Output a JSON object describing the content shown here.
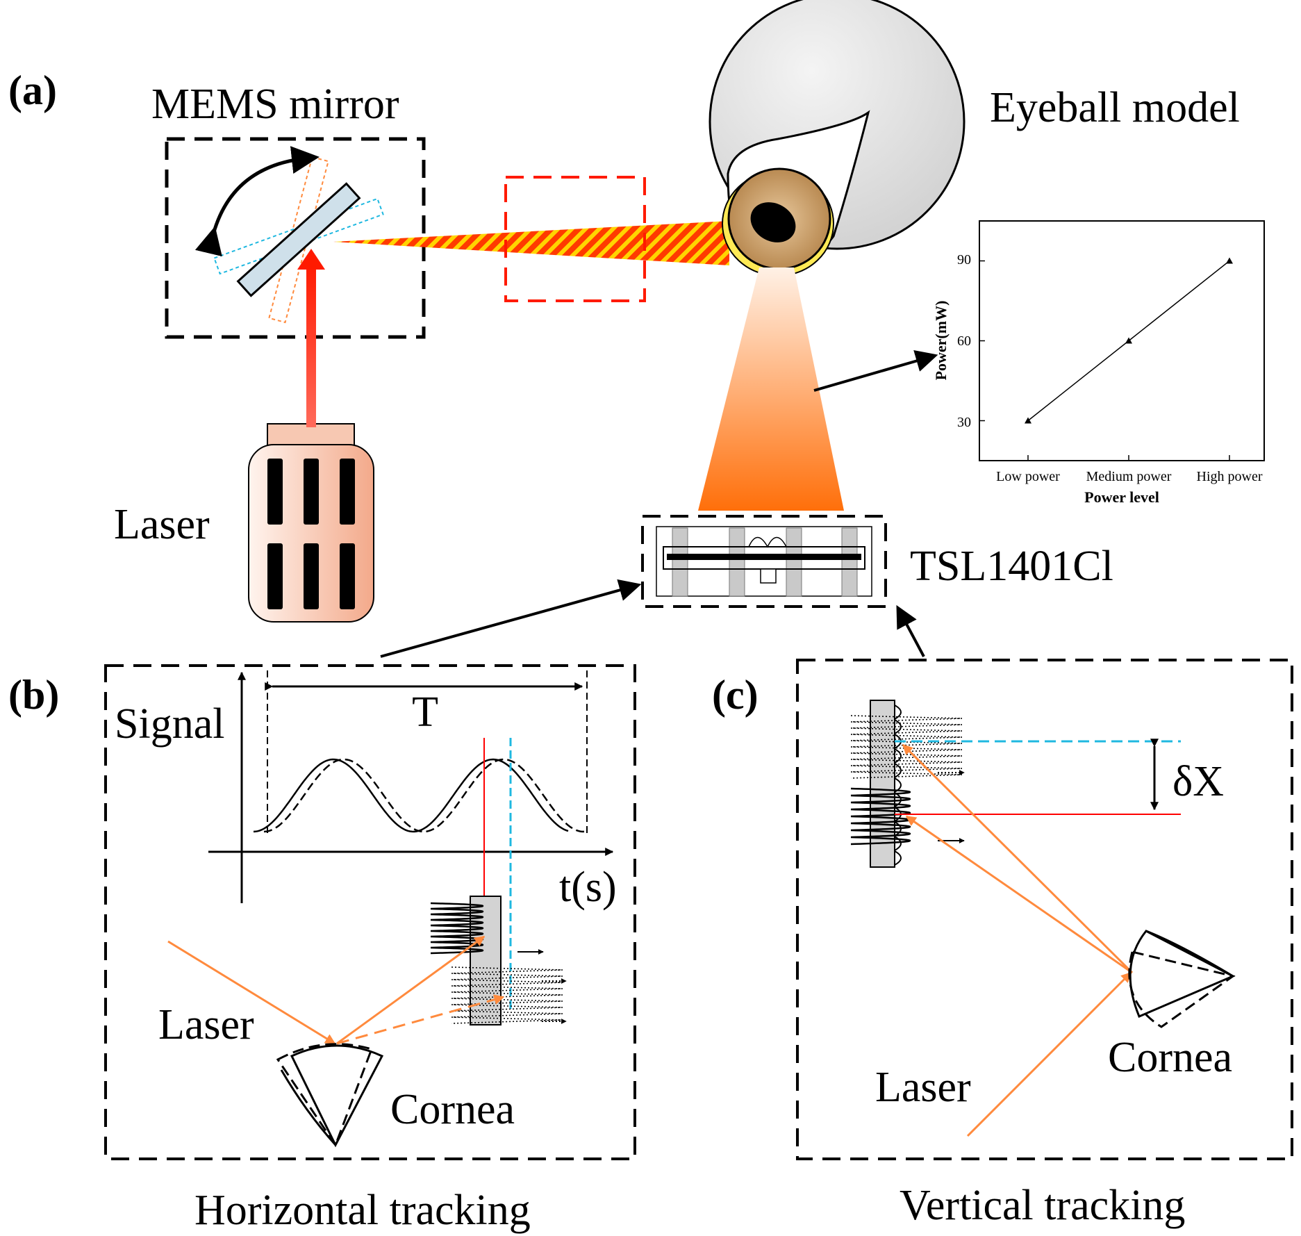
{
  "panels": {
    "a": "(a)",
    "b": "(b)",
    "c": "(c)"
  },
  "labels": {
    "mems_mirror": "MEMS mirror",
    "eyeball_model": "Eyeball model",
    "laser_source": "Laser",
    "sensor": "TSL1401Cl",
    "signal": "Signal",
    "period": "T",
    "time_axis": "t(s)",
    "laser_b": "Laser",
    "cornea_b": "Cornea",
    "laser_c": "Laser",
    "cornea_c": "Cornea",
    "delta_x": "δX",
    "horizontal_tracking": "Horizontal tracking",
    "vertical_tracking": "Vertical tracking"
  },
  "chart_data": {
    "type": "line",
    "categories": [
      "Low power",
      "Medium power",
      "High power"
    ],
    "series": [
      {
        "values": [
          30,
          60,
          90
        ]
      }
    ],
    "xlabel": "Power level",
    "ylabel": "Power(mW)",
    "yticks": [
      "30",
      "60",
      "90"
    ],
    "ytick_values": [
      30,
      60,
      90
    ],
    "ylim": [
      15,
      105
    ],
    "marker": "triangle",
    "grid": false
  },
  "colors": {
    "laser_beam": "#ff2200",
    "beam_stripe": "#ffd000",
    "orange_ray": "#ff8a3d",
    "cyan_line": "#1fb8e0",
    "red_line": "#ff0000",
    "sensor_cone": "#ff7a1a",
    "laser_body": "#f7b79a"
  }
}
